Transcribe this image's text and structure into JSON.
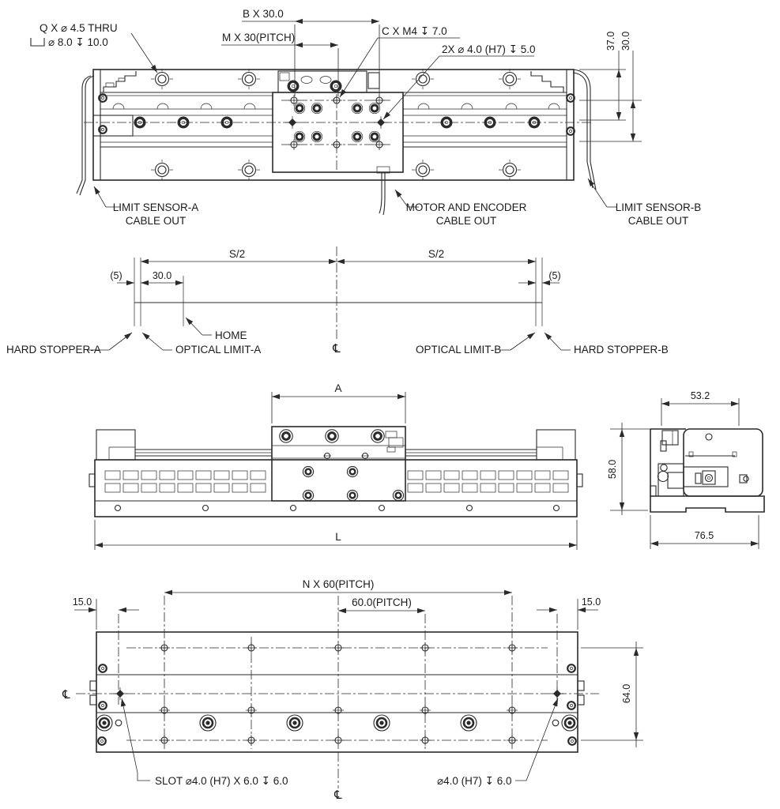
{
  "drawing": {
    "background": "#ffffff",
    "line_color": "#2a2a2a",
    "text_color": "#1b1b1b"
  },
  "top_view": {
    "callout_q_line1": "Q X ⌀ 4.5 THRU",
    "callout_q_line2": "⌀ 8.0  ↧ 10.0",
    "dim_b_pitch": "B X 30.0",
    "dim_m_pitch": "M X 30(PITCH)",
    "callout_c_tap": "C X M4  ↧ 7.0",
    "callout_dowel": "2X ⌀ 4.0 (H7)  ↧ 5.0",
    "dim_height_upper": "37.0",
    "dim_height_lower": "30.0",
    "label_limit_a_line1": "LIMIT SENSOR-A",
    "label_limit_a_line2": "CABLE OUT",
    "label_motor_line1": "MOTOR AND ENCODER",
    "label_motor_line2": "CABLE OUT",
    "label_limit_b_line1": "LIMIT SENSOR-B",
    "label_limit_b_line2": "CABLE OUT"
  },
  "stroke_diagram": {
    "dim_s2_left": "S/2",
    "dim_s2_right": "S/2",
    "dim_5_left": "(5)",
    "dim_30": "30.0",
    "dim_5_right": "(5)",
    "label_home": "HOME",
    "label_hard_stopper_a": "HARD STOPPER-A",
    "label_optical_limit_a": "OPTICAL LIMIT-A",
    "label_optical_limit_b": "OPTICAL LIMIT-B",
    "label_hard_stopper_b": "HARD STOPPER-B",
    "centerline_symbol": "℄"
  },
  "front_view": {
    "dim_a": "A",
    "dim_l": "L"
  },
  "side_view": {
    "dim_width_top": "53.2",
    "dim_height": "58.0",
    "dim_width_bottom": "76.5"
  },
  "bottom_view": {
    "dim_n_pitch": "N X 60(PITCH)",
    "dim_pitch_60": "60.0(PITCH)",
    "dim_15_left": "15.0",
    "dim_15_right": "15.0",
    "dim_64": "64.0",
    "centerline_left": "℄",
    "centerline_bottom": "℄",
    "callout_slot": "SLOT  ⌀4.0 (H7) X 6.0   ↧ 6.0",
    "callout_dowel": "⌀4.0 (H7)   ↧ 6.0"
  }
}
